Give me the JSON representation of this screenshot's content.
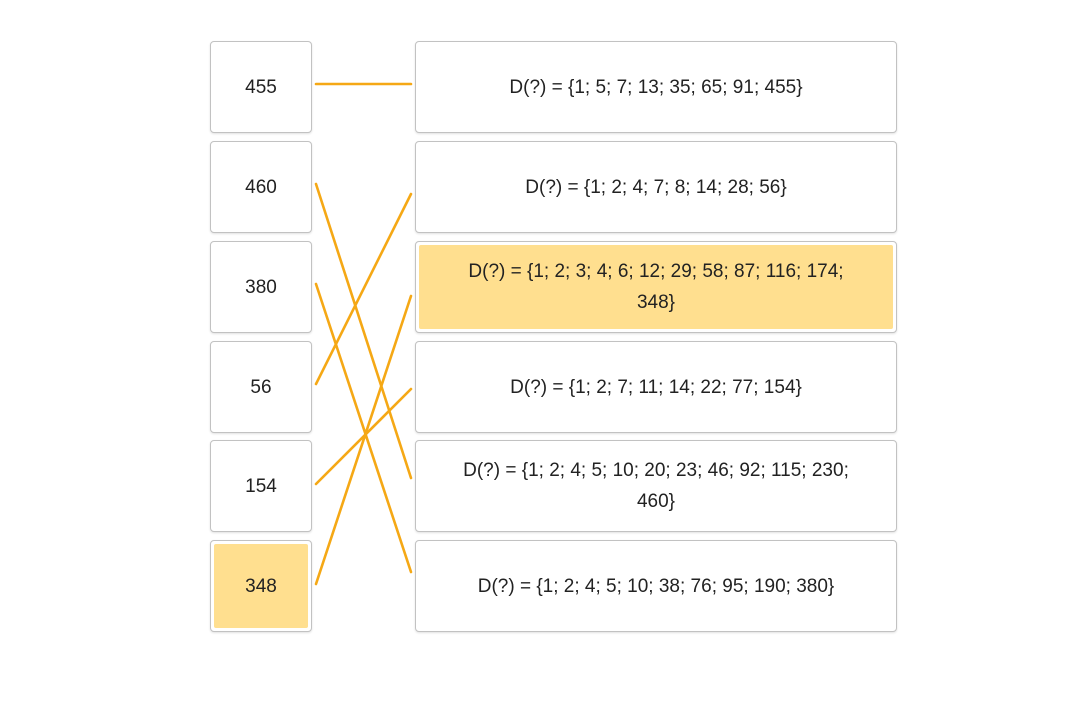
{
  "theme": {
    "line_color": "#f5a815",
    "highlight_color": "#ffdf8f"
  },
  "numbers": [
    {
      "label": "455",
      "selected": false
    },
    {
      "label": "460",
      "selected": false
    },
    {
      "label": "380",
      "selected": false
    },
    {
      "label": "56",
      "selected": false
    },
    {
      "label": "154",
      "selected": false
    },
    {
      "label": "348",
      "selected": true
    }
  ],
  "divisor_sets": [
    {
      "label": "D(?) = {1; 5; 7; 13; 35; 65; 91; 455}",
      "selected": false
    },
    {
      "label": "D(?) = {1; 2; 4; 7; 8; 14; 28; 56}",
      "selected": false
    },
    {
      "label": "D(?) = {1; 2; 3; 4; 6; 12; 29; 58; 87; 116; 174; 348}",
      "selected": true
    },
    {
      "label": "D(?) = {1; 2; 7; 11; 14; 22; 77; 154}",
      "selected": false
    },
    {
      "label": "D(?) = {1; 2; 4; 5; 10; 20; 23; 46; 92; 115; 230; 460}",
      "selected": false
    },
    {
      "label": "D(?) = {1; 2; 4; 5; 10; 38; 76; 95; 190; 380}",
      "selected": false
    }
  ],
  "connections": [
    {
      "from": 0,
      "to": 0
    },
    {
      "from": 1,
      "to": 4
    },
    {
      "from": 2,
      "to": 5
    },
    {
      "from": 3,
      "to": 1
    },
    {
      "from": 4,
      "to": 3
    },
    {
      "from": 5,
      "to": 2
    }
  ]
}
